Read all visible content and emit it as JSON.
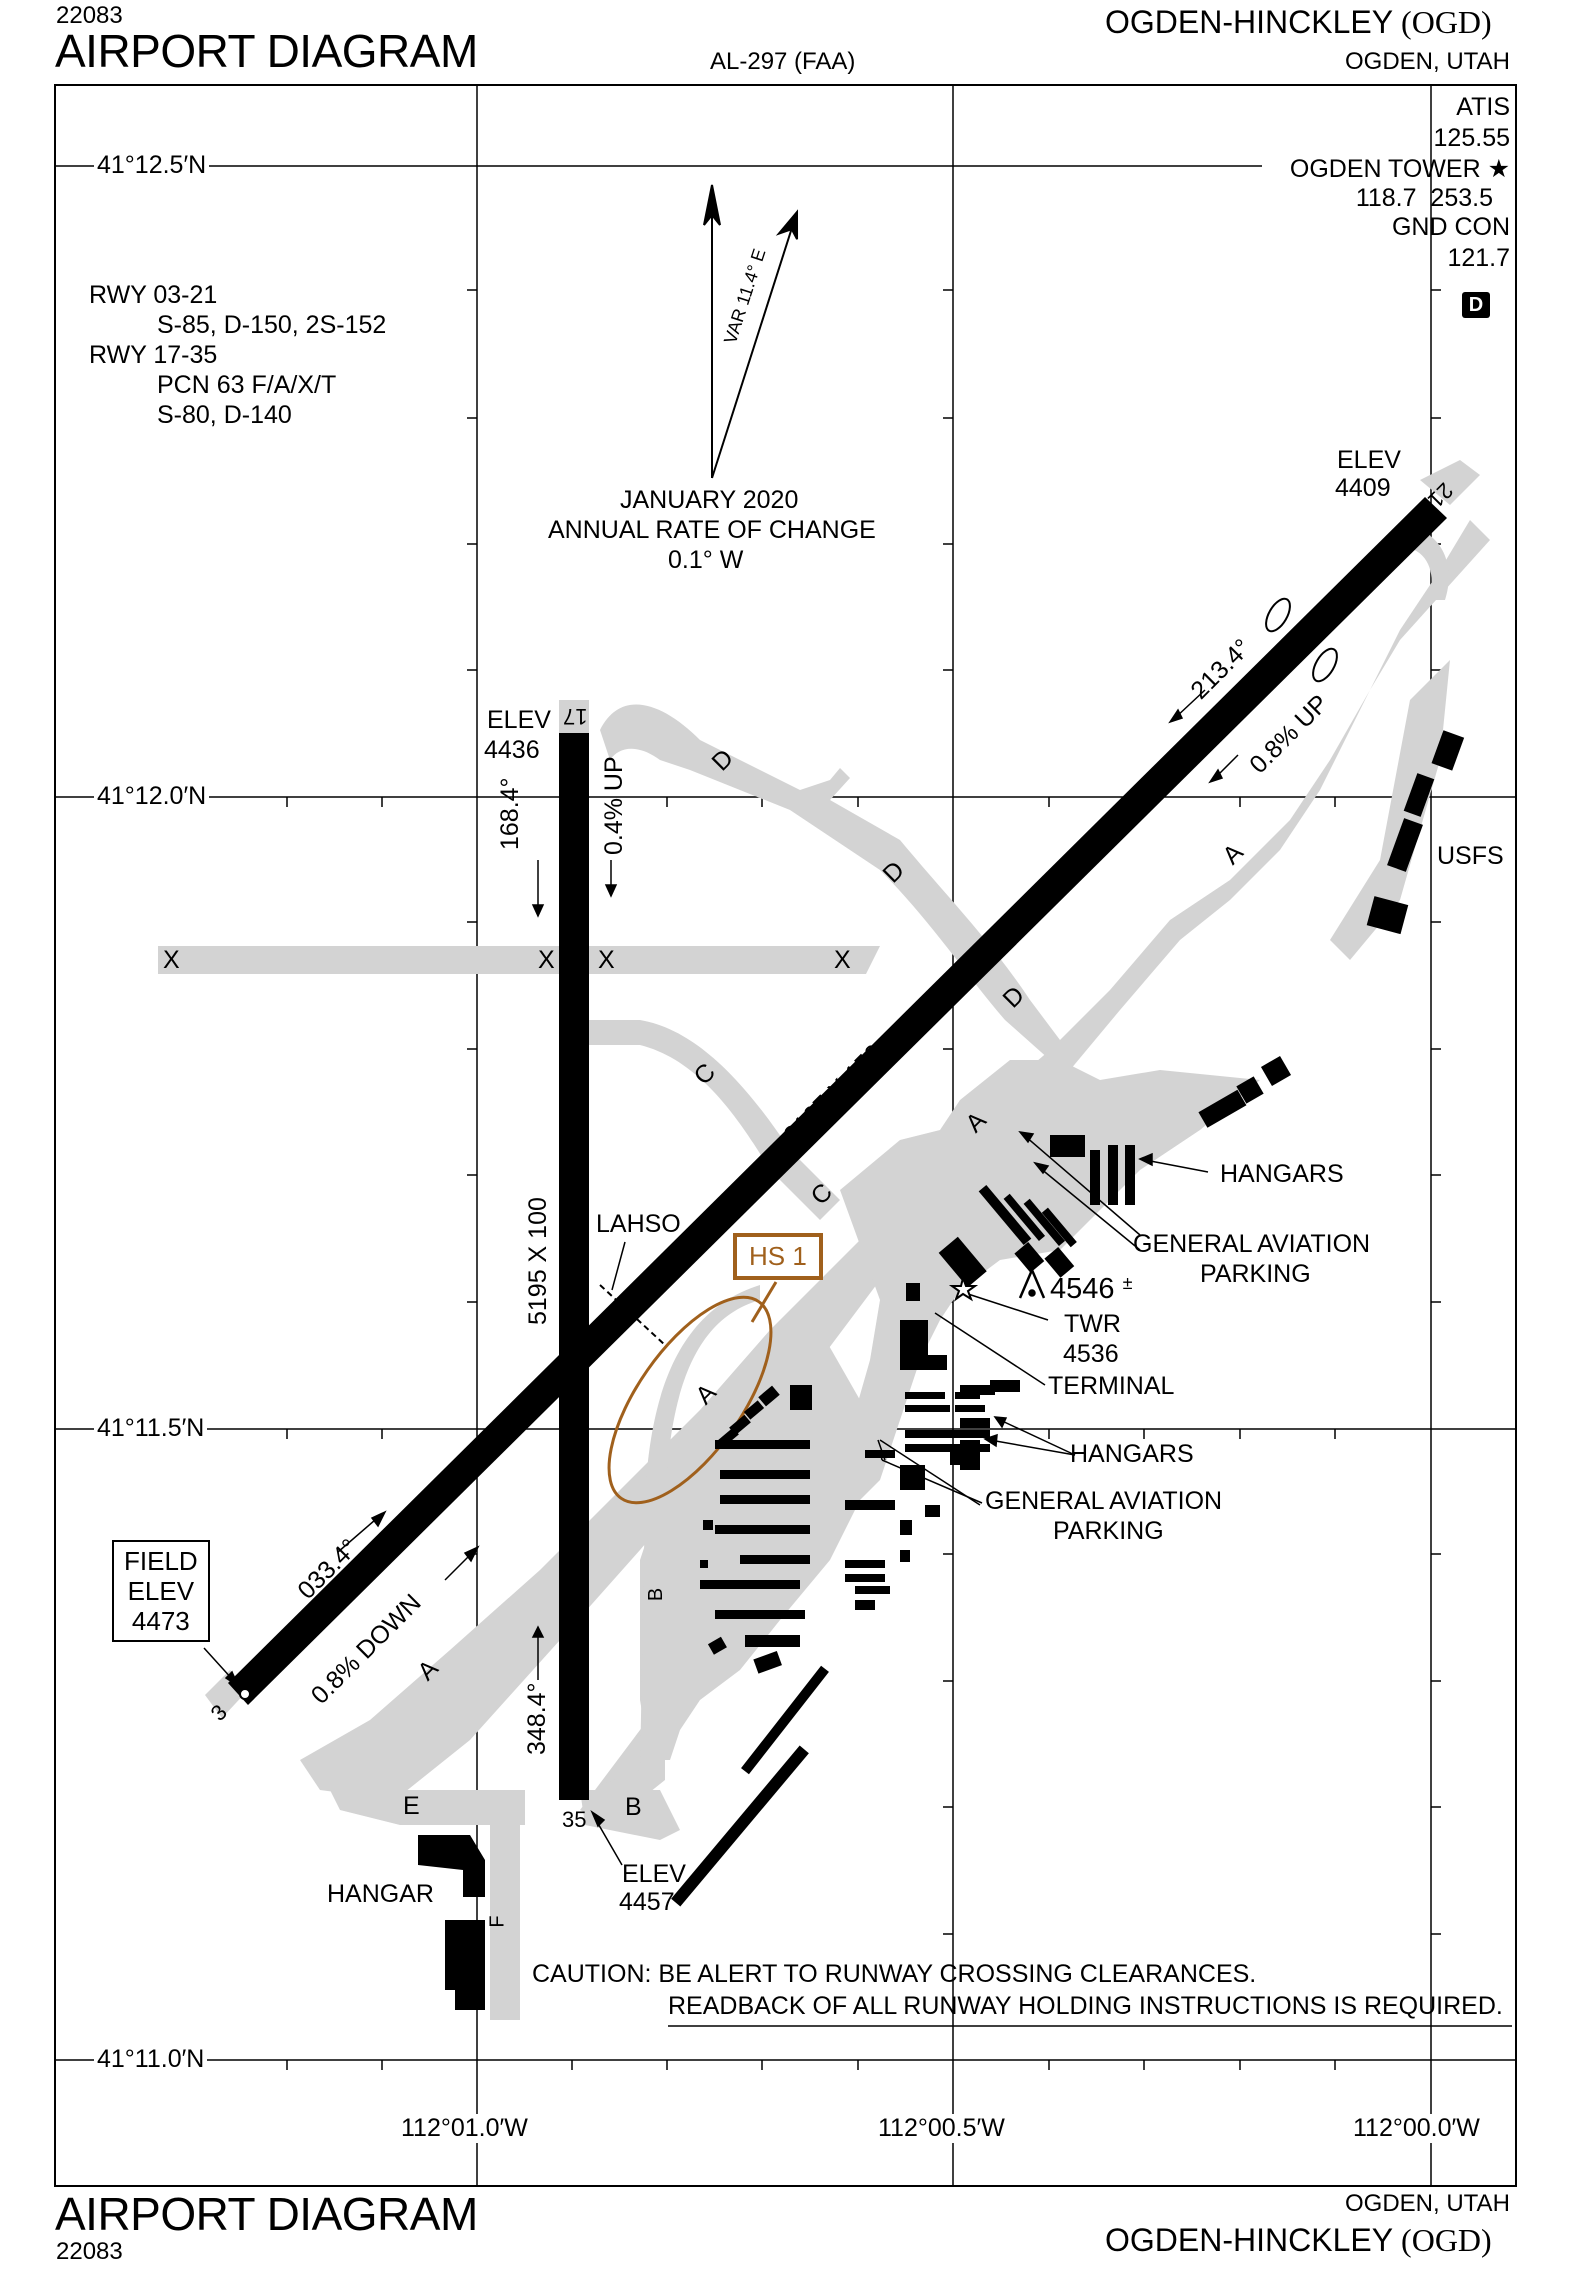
{
  "header": {
    "procedure_number_top": "22083",
    "title_top": "AIRPORT DIAGRAM",
    "chart_ref": "AL-297 (FAA)",
    "airport_name_top": "OGDEN-HINCKLEY",
    "airport_id_top": "(OGD)",
    "city_state_top": "OGDEN, UTAH"
  },
  "footer": {
    "title_bottom": "AIRPORT DIAGRAM",
    "procedure_number_bottom": "22083",
    "city_state_bottom": "OGDEN, UTAH",
    "airport_name_bottom": "OGDEN-HINCKLEY",
    "airport_id_bottom": "(OGD)"
  },
  "comms": {
    "atis_label": "ATIS",
    "atis_freq": "125.55",
    "tower_label": "OGDEN TOWER ★",
    "tower_freq": "118.7  253.5",
    "gnd_label": "GND CON",
    "gnd_freq": "121.7",
    "d_badge": "D"
  },
  "runway_info": {
    "line1": "RWY 03-21",
    "line2": "S-85, D-150, 2S-152",
    "line3": "RWY 17-35",
    "line4": "PCN 63 F/A/X/T",
    "line5": "S-80, D-140"
  },
  "magnetic": {
    "var_label": "VAR 11.4° E",
    "date": "JANUARY 2020",
    "rate_label": "ANNUAL RATE OF CHANGE",
    "rate_value": "0.1° W"
  },
  "grid": {
    "lat_1": "41°12.5′N",
    "lat_2": "41°12.0′N",
    "lat_3": "41°11.5′N",
    "lat_4": "41°11.0′N",
    "lon_1": "112°01.0′W",
    "lon_2": "112°00.5′W",
    "lon_3": "112°00.0′W"
  },
  "runways": {
    "rwy21_end": "21",
    "rwy21_elev_label": "ELEV",
    "rwy21_elev": "4409",
    "rwy03_end": "3",
    "heading_213": "213.4°",
    "heading_033": "033.4°",
    "slope_up_0321": "0.8% UP",
    "slope_down_0321": "0.8% DOWN",
    "dimensions_0321": "8107 X 150",
    "rwy17_end": "17",
    "rwy17_elev_label": "ELEV",
    "rwy17_elev": "4436",
    "rwy35_end": "35",
    "rwy35_elev_label": "ELEV",
    "rwy35_elev": "4457",
    "heading_168": "168.4°",
    "heading_348": "348.4°",
    "slope_up_1735": "0.4% UP",
    "dimensions_1735": "5195 X 100",
    "lahso": "LAHSO",
    "field_elev_1": "FIELD",
    "field_elev_2": "ELEV",
    "field_elev_3": "4473"
  },
  "taxiways": {
    "x1": "X",
    "x2": "X",
    "x3": "X",
    "x4": "X",
    "d1": "D",
    "d2": "D",
    "d3": "D",
    "c1": "C",
    "c2": "C",
    "a1": "A",
    "a2": "A",
    "a3": "A",
    "a4": "A",
    "b1": "B",
    "b2": "B",
    "e": "E",
    "f": "F"
  },
  "facilities": {
    "usfs": "USFS",
    "hangars_1": "HANGARS",
    "ga_parking_1a": "GENERAL AVIATION",
    "ga_parking_1b": "PARKING",
    "obstacle_elev": "4546",
    "obstacle_pm": "±",
    "twr_label": "TWR",
    "twr_elev": "4536",
    "terminal": "TERMINAL",
    "hangars_2": "HANGARS",
    "ga_parking_2a": "GENERAL AVIATION",
    "ga_parking_2b": "PARKING",
    "hangar_sw": "HANGAR",
    "hotspot": "HS 1"
  },
  "caution": {
    "line1": "CAUTION: BE ALERT TO RUNWAY CROSSING CLEARANCES.",
    "line2": "READBACK OF ALL RUNWAY HOLDING INSTRUCTIONS IS REQUIRED."
  },
  "colors": {
    "pavement": "#d3d3d3",
    "runway": "#000000",
    "hotspot": "#a0601c"
  }
}
